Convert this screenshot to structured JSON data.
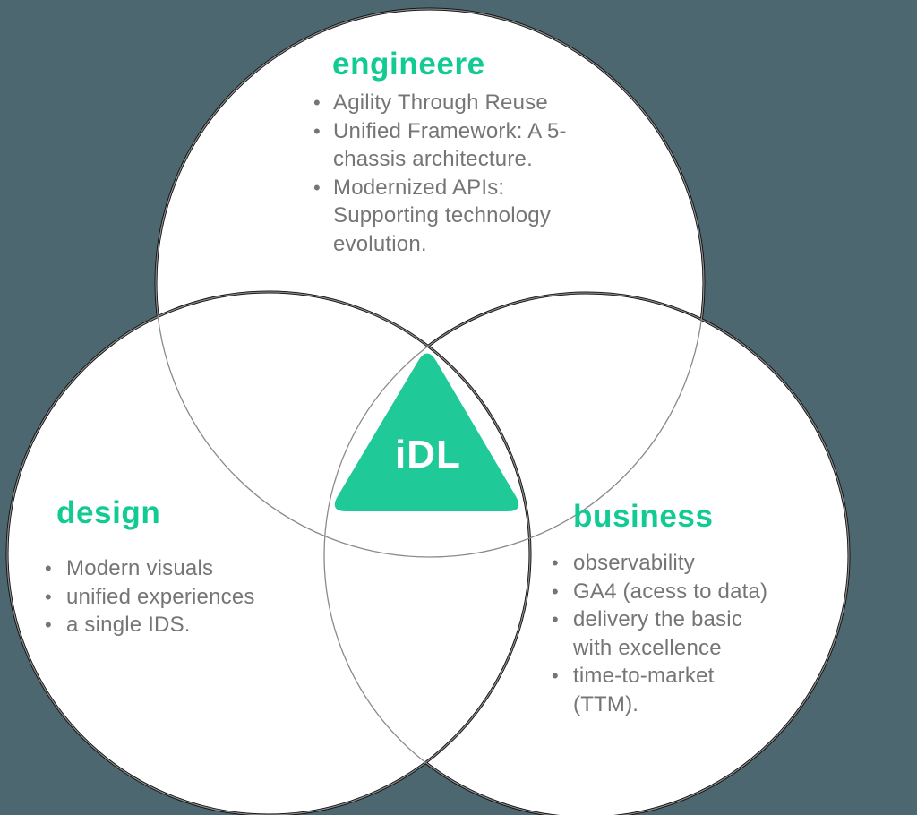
{
  "title": "iDL Venn diagram",
  "ui": {
    "bullet_glyph": "•"
  },
  "colors": {
    "background": "#4d6770",
    "circle_fill": "#ffffff",
    "circle_outline": "#0b0b0b",
    "inner_arc": "#8a8a8a",
    "accent_green": "#12cb92",
    "triangle_green": "#1fc998",
    "bullet_text": "#757575",
    "center_label_color": "#ffffff"
  },
  "center": {
    "label": "iDL"
  },
  "circles": [
    {
      "id": "engineering",
      "title": "engineere",
      "bullets": [
        [
          "Agility Through Reuse"
        ],
        [
          "Unified Framework: A 5-",
          "chassis architecture."
        ],
        [
          "Modernized APIs:",
          "Supporting technology",
          "evolution."
        ]
      ]
    },
    {
      "id": "design",
      "title": "design",
      "bullets": [
        [
          "Modern visuals"
        ],
        [
          "unified experiences"
        ],
        [
          "a single IDS."
        ]
      ]
    },
    {
      "id": "business",
      "title": "business",
      "bullets": [
        [
          "observability"
        ],
        [
          "GA4 (acess to data)"
        ],
        [
          "delivery the basic",
          "with excellence"
        ],
        [
          "time-to-market",
          "(TTM)."
        ]
      ]
    }
  ]
}
